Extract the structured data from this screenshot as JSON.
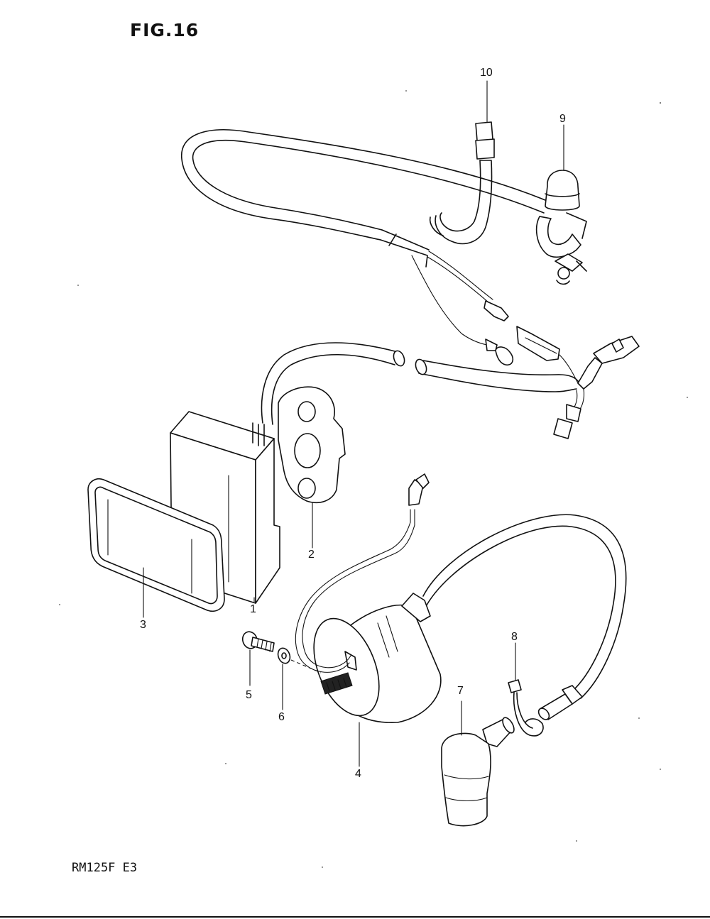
{
  "figure": {
    "title": "FIG.16",
    "model_code": "RM125F  E3"
  },
  "callouts": [
    {
      "number": "1",
      "part": "cdi-unit"
    },
    {
      "number": "2",
      "part": "cdi-gasket"
    },
    {
      "number": "3",
      "part": "cdi-band"
    },
    {
      "number": "4",
      "part": "ignition-coil"
    },
    {
      "number": "5",
      "part": "bolt"
    },
    {
      "number": "6",
      "part": "washer"
    },
    {
      "number": "7",
      "part": "plug-cap"
    },
    {
      "number": "8",
      "part": "cord-clamp"
    },
    {
      "number": "9",
      "part": "engine-stop-switch"
    },
    {
      "number": "10",
      "part": "wire-band"
    }
  ]
}
